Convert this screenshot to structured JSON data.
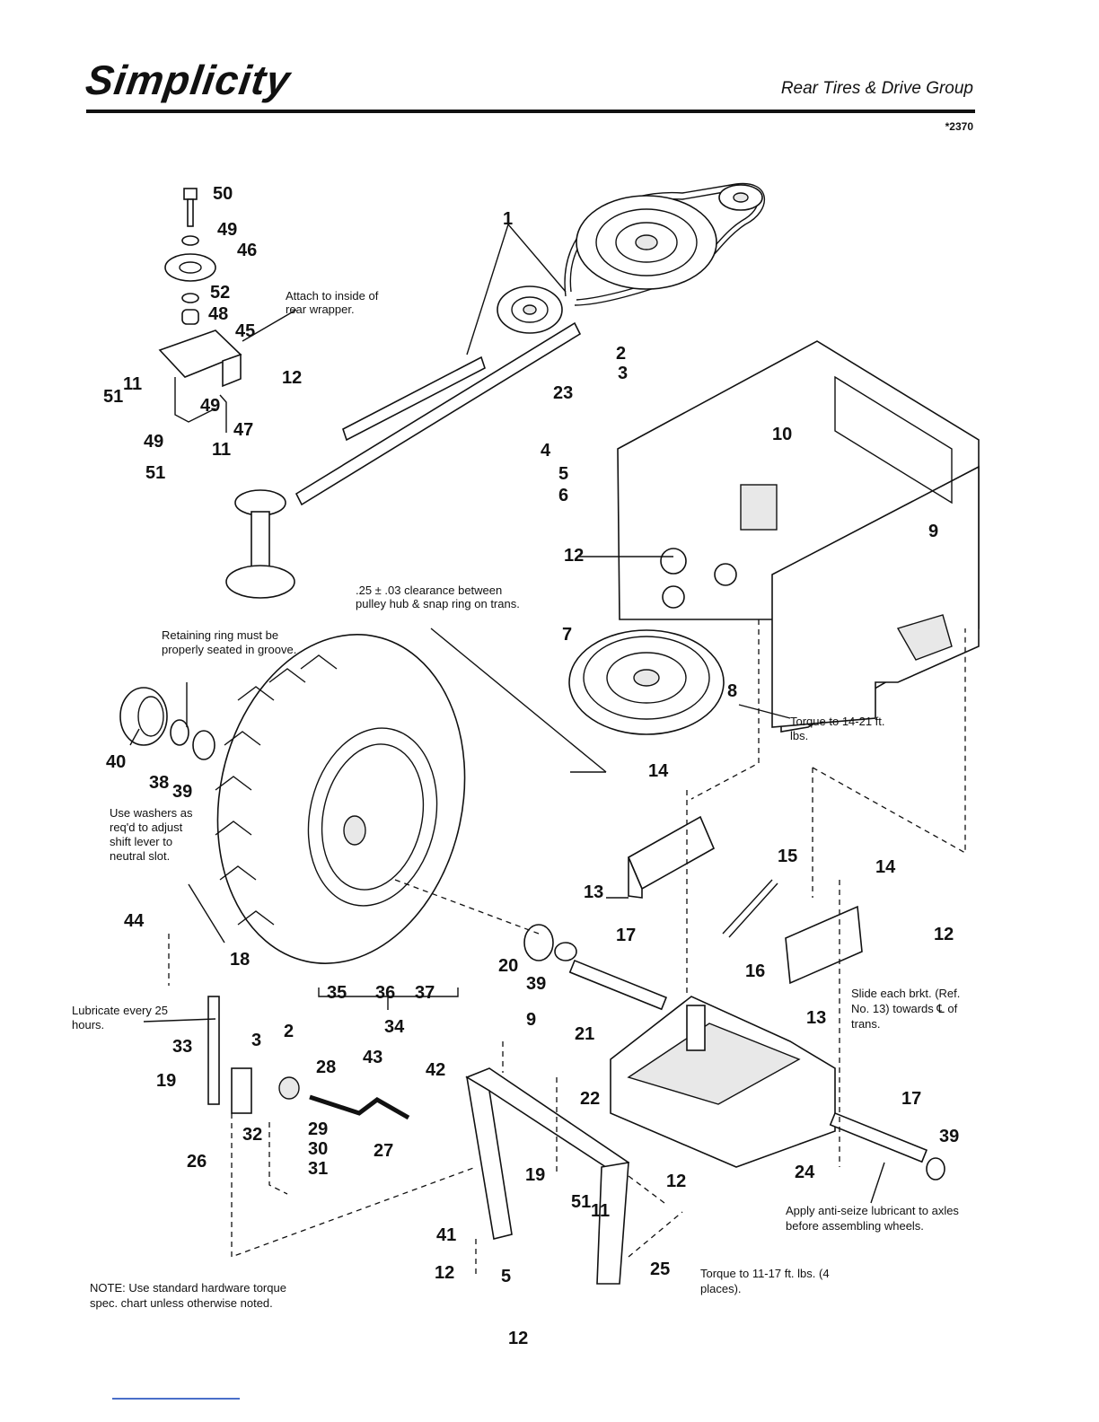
{
  "header": {
    "brand": "Simplicity",
    "section": "Rear Tires & Drive Group",
    "model": "*2370"
  },
  "page_number": "12",
  "notes": {
    "attach": "Attach to inside of rear wrapper.",
    "clearance": ".25 ± .03 clearance between pulley hub & snap ring on trans.",
    "retaining": "Retaining ring must be properly seated in groove.",
    "washers": "Use washers as req'd to adjust shift lever to neutral slot.",
    "torque_bolt": "Torque to 14-21 ft. lbs.",
    "lubricate": "Lubricate every 25 hours.",
    "slide_bracket": "Slide each brkt. (Ref. No. 13) towards ℄ of trans.",
    "antiseize": "Apply anti-seize lubricant to axles before assembling wheels.",
    "torque_four": "Torque to 11-17 ft. lbs. (4 places).",
    "standard": "NOTE: Use standard hardware torque spec. chart unless otherwise noted."
  },
  "part_numbers": [
    "1",
    "2",
    "3",
    "4",
    "5",
    "6",
    "7",
    "8",
    "9",
    "10",
    "11",
    "12",
    "13",
    "14",
    "15",
    "16",
    "17",
    "18",
    "19",
    "20",
    "21",
    "22",
    "23",
    "24",
    "25",
    "26",
    "27",
    "28",
    "29",
    "30",
    "31",
    "32",
    "33",
    "34",
    "35",
    "36",
    "37",
    "38",
    "39",
    "40",
    "41",
    "42",
    "43",
    "44",
    "45",
    "46",
    "47",
    "48",
    "49",
    "50",
    "51",
    "52"
  ]
}
